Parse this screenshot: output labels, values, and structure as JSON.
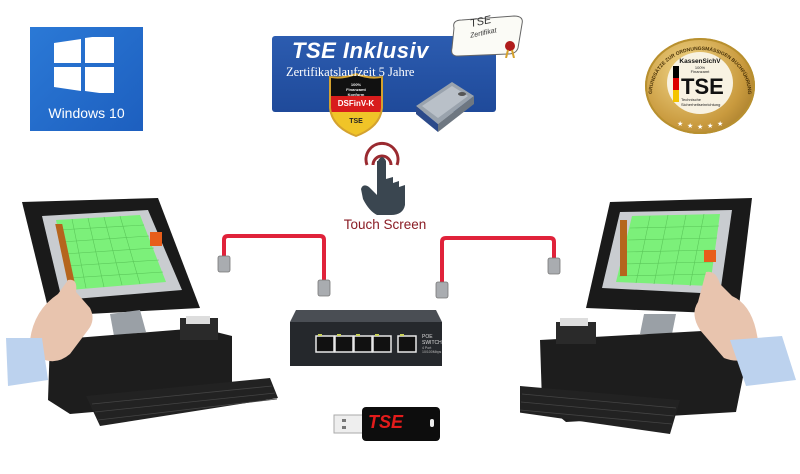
{
  "windows_badge": {
    "label": "Windows 10",
    "icon": "windows-logo-icon",
    "color": "#2b79d6"
  },
  "tse_banner": {
    "title": "TSE Inklusiv",
    "subtitle": "Zertifikatslaufzeit 5 Jahre",
    "color": "#2c5cb0",
    "certificate": {
      "title": "TSE",
      "subtitle": "Zertifikat"
    },
    "shield": {
      "line1": "100%",
      "line2": "Finanzamt",
      "line3": "Konform",
      "middle": "DSFinV-K",
      "bottom": "TSE"
    }
  },
  "seal": {
    "ring_text": "GRUNDSÄTZE ZUR ORDNUNGSMÄSSIGEN BUCHFÜHRUNG UND ZUM DATENZUGRIFF",
    "header": "KassenSichV",
    "line1": "100%",
    "line2": "Finanzamt",
    "line3": "Konform",
    "big": "TSE",
    "sub1": "Technische",
    "sub2": "Sicherheitseinrichtung",
    "stars": 5
  },
  "touch_screen": {
    "label": "Touch Screen",
    "icon": "touch-hand-icon",
    "color": "#8a1c24"
  },
  "switch": {
    "label": "POE SWITCH",
    "spec": "4 Port 10/100Mbps",
    "ports": 5
  },
  "tse_dongle": {
    "label": "TSE",
    "color": "#e31b1b"
  },
  "cable_color": "#e0223a",
  "pos_terminals": [
    {
      "name": "left-pos-terminal"
    },
    {
      "name": "right-pos-terminal"
    }
  ]
}
